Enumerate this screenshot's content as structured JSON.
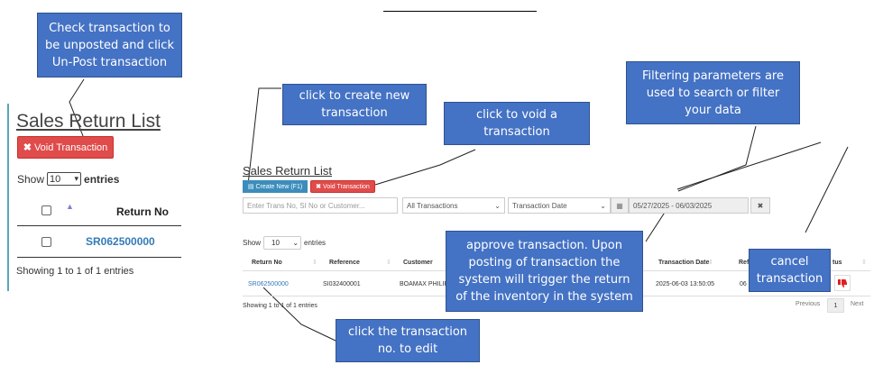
{
  "callouts": {
    "unpost": "Check transaction to be unposted and click Un-Post transaction",
    "create": "click to create new transaction",
    "void": "click to void a transaction",
    "filter": "Filtering parameters are used to search or filter your data",
    "approve": "approve transaction. Upon posting of transaction the system will trigger the return of the inventory in the system",
    "cancel": "cancel transaction",
    "edit": "click the transaction no. to edit"
  },
  "left": {
    "title": "Sales Return List",
    "void_label": "Void Transaction",
    "show_label": "Show",
    "entries_value": "10",
    "entries_label": "entries",
    "column_return": "Return No",
    "row_return_no": "SR062500000",
    "showing": "Showing 1 to 1 of 1 entries"
  },
  "right": {
    "title": "Sales Return List",
    "create_label": "Create New (F1)",
    "void_label": "Void Transaction",
    "search_placeholder": "Enter Trans No, SI No or Customer...",
    "filter_type": "All Transactions",
    "date_field": "Transaction Date",
    "date_range": "05/27/2025 - 06/03/2025",
    "show_label": "Show",
    "entries_value": "10",
    "entries_label": "entries",
    "columns": {
      "return_no": "Return No",
      "reference": "Reference",
      "customer": "Customer",
      "transaction_date": "Transaction Date",
      "ref_partial": "Ref",
      "status_partial": "tus"
    },
    "row": {
      "return_no": "SR062500000",
      "reference": "SI032400001",
      "customer": "BOAMAX PHILIP",
      "transaction_date": "2025-06-03 13:50:05",
      "ref_partial": "06"
    },
    "showing": "Showing 1 to 1 of 1 entries",
    "previous": "Previous",
    "page": "1",
    "next": "Next"
  },
  "colors": {
    "callout": "#4472c4",
    "danger": "#e04b4b",
    "primary": "#3c8dbc",
    "link": "#337ab7"
  }
}
